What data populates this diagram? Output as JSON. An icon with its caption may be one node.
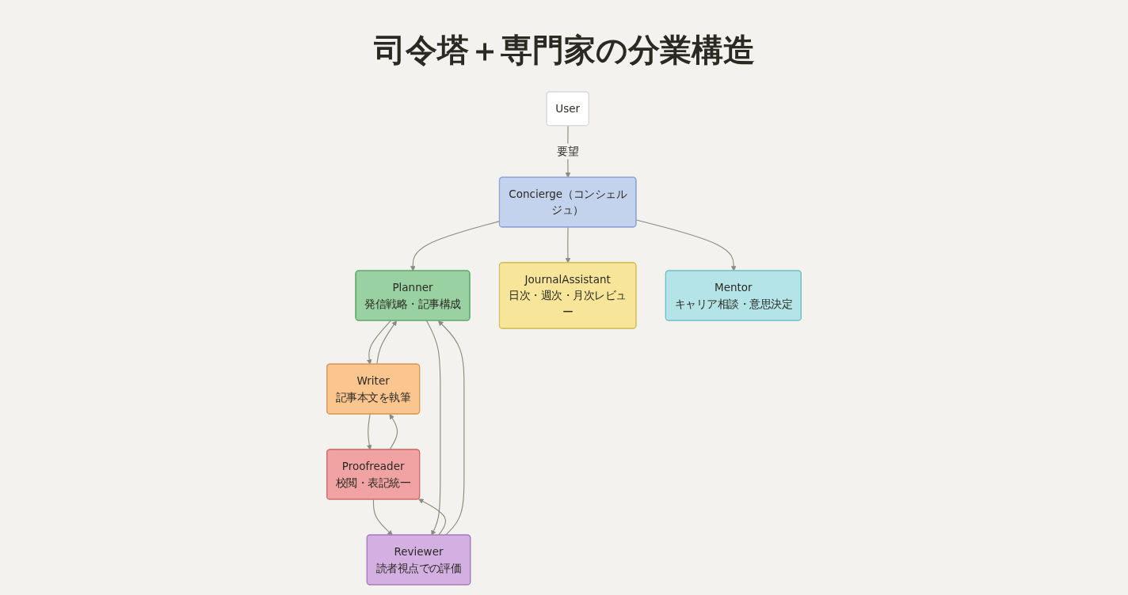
{
  "diagram": {
    "title": "司令塔＋専門家の分業構造",
    "nodes": [
      {
        "text": [
          "User"
        ]
      },
      {
        "text": [
          "Concierge（コンシェルジュ）"
        ]
      },
      {
        "text": [
          "Planner",
          "発信戦略・記事構成"
        ]
      },
      {
        "text": [
          "Reviewer",
          "読者視点での評価"
        ]
      },
      {
        "text": [
          "Writer",
          "記事本文を執筆"
        ]
      },
      {
        "text": [
          "Proofreader",
          "校閲・表記統一"
        ]
      },
      {
        "text": [
          "JournalAssistant",
          "日次・週次・月次レビュー"
        ]
      },
      {
        "text": [
          "Mentor",
          "キャリア相談・意思決定"
        ]
      }
    ],
    "edges": [
      {
        "from": 0,
        "to": 1,
        "arrow": "to",
        "label": "要望"
      },
      {
        "from": 1,
        "to": 2,
        "arrow": "to"
      },
      {
        "from": 1,
        "to": 6,
        "arrow": "to"
      },
      {
        "from": 1,
        "to": 7,
        "arrow": "to"
      },
      {
        "from": 2,
        "to": 4,
        "arrow": "to"
      },
      {
        "from": 4,
        "to": 2,
        "arrow": "to"
      },
      {
        "from": 4,
        "to": 5,
        "arrow": "to"
      },
      {
        "from": 5,
        "to": 4,
        "arrow": "to"
      },
      {
        "from": 5,
        "to": 3,
        "arrow": "to"
      },
      {
        "from": 3,
        "to": 5,
        "arrow": "to"
      },
      {
        "from": 3,
        "to": 2,
        "arrow": "to"
      },
      {
        "from": 2,
        "to": 3,
        "arrow": "to"
      }
    ]
  }
}
